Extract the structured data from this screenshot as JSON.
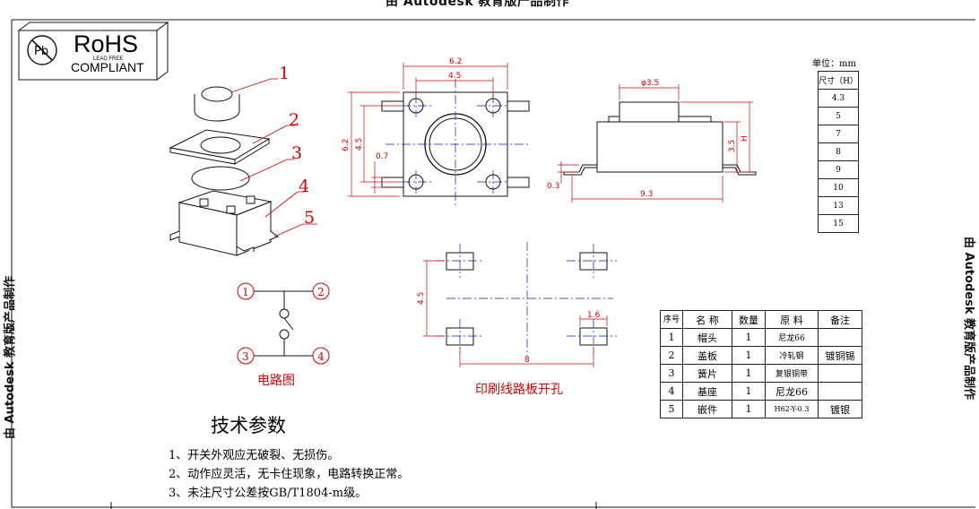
{
  "watermark": {
    "top": "由 Autodesk 教育版产品制作",
    "left": "由 Autodesk 教育版产品制作",
    "right": "由 Autodesk 教育版产品制作"
  },
  "logo": {
    "rohs": "RoHS",
    "lead_free": "LEAD FREE",
    "compliant": "COMPLIANT",
    "badge": "Pb"
  },
  "callouts": [
    "1",
    "2",
    "3",
    "4",
    "5"
  ],
  "dims": {
    "top_width": "6.2",
    "top_inner": "4.5",
    "side_height": "6.2",
    "side_inner": "4.5",
    "pin": "0.7",
    "cap_dia": "φ3.5",
    "height_label": "H",
    "side_35": "3.5",
    "side_03": "0.3",
    "total_width": "9.3",
    "pcb_45": "4.5",
    "pcb_16": "1.6",
    "pcb_8": "8"
  },
  "circuit": {
    "nodes": [
      "1",
      "2",
      "3",
      "4"
    ],
    "caption": "电路图"
  },
  "pcb_caption": "印刷线路板开孔",
  "unit_label": "单位：mm",
  "size_table": {
    "header": "尺寸（H）",
    "values": [
      "4.3",
      "5",
      "7",
      "8",
      "9",
      "10",
      "13",
      "15"
    ]
  },
  "bom": {
    "headers": [
      "序号",
      "名 称",
      "数量",
      "原 料",
      "备注"
    ],
    "rows": [
      [
        "1",
        "帽头",
        "1",
        "尼龙66",
        ""
      ],
      [
        "2",
        "盖板",
        "1",
        "冷轧钢",
        "镀铜锡"
      ],
      [
        "3",
        "簧片",
        "1",
        "复银铜带",
        ""
      ],
      [
        "4",
        "基座",
        "1",
        "尼龙66",
        ""
      ],
      [
        "5",
        "嵌件",
        "1",
        "H62-Y-0.3",
        "镀银"
      ]
    ]
  },
  "tech": {
    "title": "技术参数",
    "items": [
      "1、开关外观应无破裂、无损伤。",
      "2、动作应灵活，无卡住现象，电路转换正常。",
      "3、未注尺寸公差按GB/T1804-m级。"
    ]
  },
  "colors": {
    "dimension": "#d40000",
    "line": "#111111",
    "center": "#1010c8"
  }
}
